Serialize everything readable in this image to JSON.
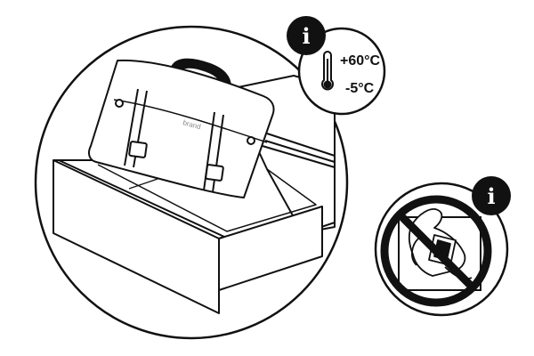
{
  "temperature": {
    "max": "+60°C",
    "min": "-5°C"
  },
  "info_badge": {
    "letter": "i"
  },
  "bag": {
    "logo_text": "brand"
  },
  "icons": {
    "thermometer": "thermometer-icon",
    "info": "info-icon",
    "prohibited": "prohibited-icon"
  },
  "colors": {
    "line": "#111111",
    "background": "#ffffff",
    "badge": "#111111"
  }
}
